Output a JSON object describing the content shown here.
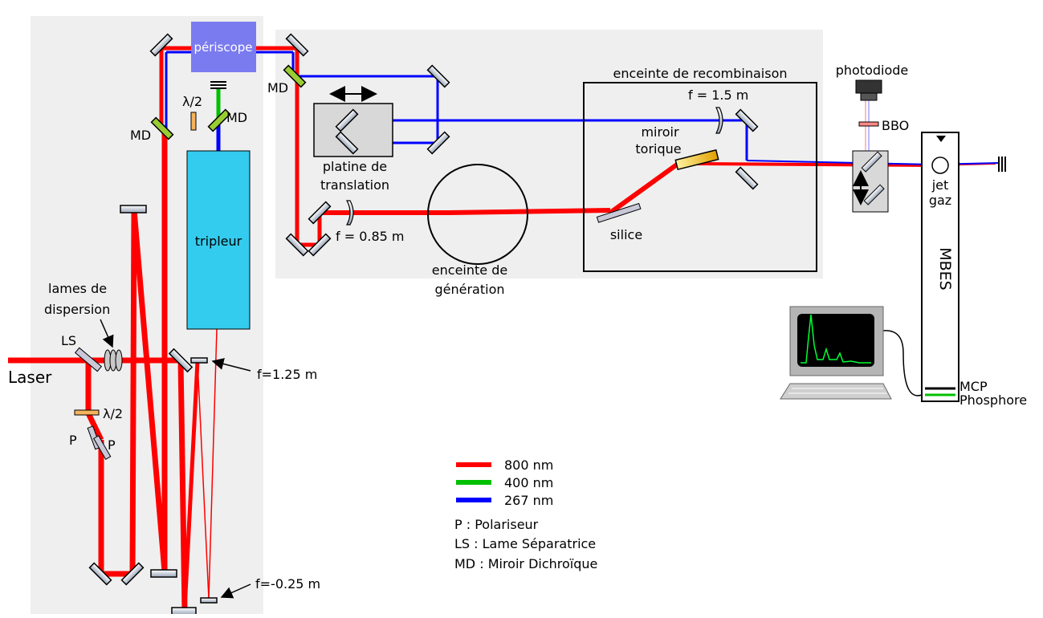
{
  "labels": {
    "periscope": "périscope",
    "md_top": "MD",
    "md_left": "MD",
    "md_right": "MD",
    "half_wave_top": "λ/2",
    "tripler": "tripleur",
    "dispersion_line1": "lames de",
    "dispersion_line2": "dispersion",
    "ls": "LS",
    "laser": "Laser",
    "half_wave_bottom": "λ/2",
    "p_left": "P",
    "p_right": "P",
    "f_125": "f=1.25 m",
    "f_neg025": "f=-0.25 m",
    "stage_line1": "platine de",
    "stage_line2": "translation",
    "f_085": "f = 0.85 m",
    "gen_line1": "enceinte de",
    "gen_line2": "génération",
    "recomb_title": "enceinte de recombinaison",
    "f_15": "f = 1.5 m",
    "toroidal_line1": "miroir",
    "toroidal_line2": "torique",
    "silica": "silice",
    "photodiode": "photodiode",
    "bbo": "BBO",
    "jet_line1": "jet",
    "jet_line2": "gaz",
    "mbes": "MBES",
    "mcp": "MCP",
    "phosphor": "Phosphore"
  },
  "legend": {
    "items": [
      {
        "label": "800 nm",
        "color": "#ff0000"
      },
      {
        "label": "400 nm",
        "color": "#00c000"
      },
      {
        "label": "267 nm",
        "color": "#0000ff"
      }
    ],
    "notes": [
      "P : Polariseur",
      "LS : Lame Séparatrice",
      "MD : Miroir Dichroïque"
    ]
  },
  "colors": {
    "beam_800": "#ff0000",
    "beam_400": "#00c000",
    "beam_267": "#0000ff",
    "periscope": "#7b7bf0",
    "tripler": "#33ccee",
    "panel": "#efefef",
    "dichroic": "#9acd32",
    "waveplate": "#f5b35c"
  }
}
